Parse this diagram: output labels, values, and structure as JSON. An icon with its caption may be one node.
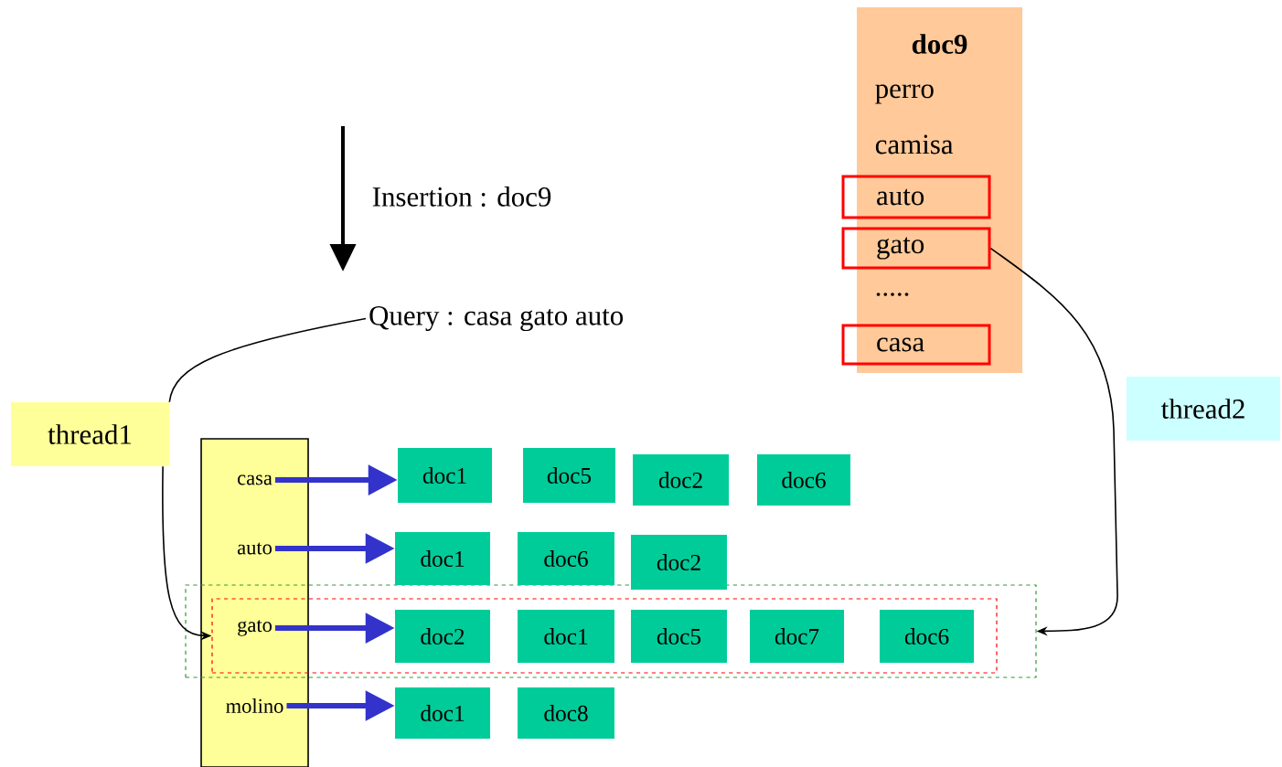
{
  "diagram": {
    "nodes": [
      {
        "text": [
          "doc9",
          "perro",
          "camisa"
        ]
      },
      {
        "text": [
          "auto"
        ],
        "in": 0
      },
      {
        "text": [
          "gato"
        ],
        "in": 0
      },
      {
        "text": [
          "casa"
        ],
        "in": 0
      },
      {
        "text": [
          "Query : casa gato auto"
        ]
      },
      {
        "text": [
          "thread1"
        ]
      },
      {
        "text": [
          "thread2"
        ]
      },
      {
        "text": [],
        "shape": "bar"
      },
      {
        "text": [
          "casa"
        ],
        "in": 7
      },
      {
        "text": [
          "auto"
        ],
        "in": 7
      },
      {
        "text": [
          "gato"
        ]
      },
      {
        "text": [
          "molino"
        ],
        "in": 7
      },
      {
        "text": [],
        "shape": "box"
      },
      {
        "text": [],
        "shape": "box",
        "in": 12
      },
      {
        "text": [
          "doc1"
        ]
      },
      {
        "text": [
          "doc5"
        ]
      },
      {
        "text": [
          "doc2"
        ]
      },
      {
        "text": [
          "doc6"
        ]
      },
      {
        "text": [
          "doc1"
        ]
      },
      {
        "text": [
          "doc6"
        ]
      },
      {
        "text": [
          "doc2"
        ]
      },
      {
        "text": [
          "doc2"
        ],
        "in": 13
      },
      {
        "text": [
          "doc1"
        ],
        "in": 13
      },
      {
        "text": [
          "doc5"
        ],
        "in": 13
      },
      {
        "text": [
          "doc7"
        ],
        "in": 13
      },
      {
        "text": [
          "doc6"
        ],
        "in": 13
      },
      {
        "text": [
          "doc1"
        ]
      },
      {
        "text": [
          "doc8"
        ]
      }
    ],
    "edges": [
      {
        "from": 4,
        "to": 5,
        "arrow": "none",
        "color": "#000000"
      },
      {
        "from": 5,
        "to": 13,
        "arrow": "to",
        "color": "#000000"
      },
      {
        "from": 2,
        "to": 12,
        "arrow": "to",
        "color": "#000000"
      },
      {
        "from": 8,
        "to": 14,
        "arrow": "to"
      },
      {
        "from": 9,
        "to": 18,
        "arrow": "to"
      },
      {
        "from": 10,
        "to": 21,
        "arrow": "to"
      },
      {
        "from": 11,
        "to": 26,
        "arrow": "to"
      }
    ],
    "labels": [
      "Insertion : doc9",
      "....."
    ]
  }
}
